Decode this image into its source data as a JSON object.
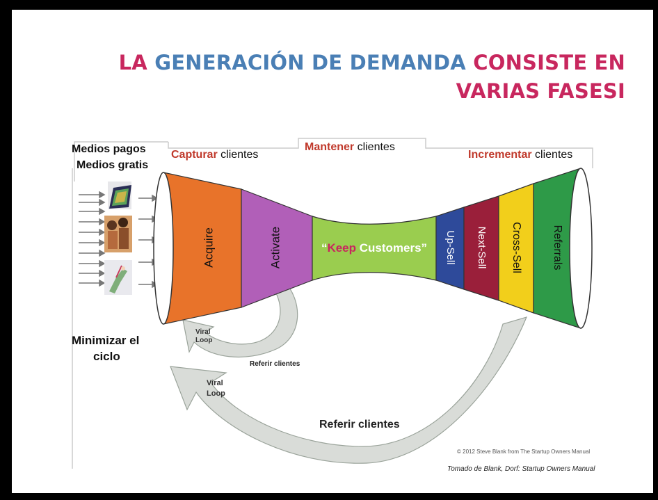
{
  "title": {
    "part1": "LA",
    "part2": "GENERACIÓN DE DEMANDA",
    "part3": "CONSISTE EN",
    "line2": "VARIAS FASESI"
  },
  "left": {
    "media_paid": "Medios pagos",
    "media_free": "Medios gratis",
    "minimize": "Minimizar el",
    "minimize2": "ciclo"
  },
  "sections": {
    "capture_hl": "Capturar",
    "capture_rest": " clientes",
    "keep_hl": "Mantener",
    "keep_rest": " clientes",
    "grow_hl": "Incrementar",
    "grow_rest": " clientes"
  },
  "funnel": {
    "acquire": "Acquire",
    "activate": "Activate",
    "keep_open": "“",
    "keep_word": "Keep",
    "keep_customers": " Customers”",
    "upsell": "Up-Sell",
    "nextsell": "Next-Sell",
    "crosssell": "Cross-Sell",
    "referrals": "Referrals"
  },
  "loops": {
    "viral1a": "Viral",
    "viral1b": "Loop",
    "refer_small": "Referir clientes",
    "viral2a": "Viral",
    "viral2b": "Loop",
    "refer_big": "Referir clientes"
  },
  "credits": {
    "copyright": "© 2012 Steve Blank from The Startup Owners Manual",
    "source": "Tomado de Blank, Dorf: Startup Owners Manual"
  },
  "colors": {
    "orange": "#e8732a",
    "purple": "#b15fb8",
    "green_light": "#9acd4f",
    "blue_dark": "#2e4a9a",
    "dark_red": "#9a1f3a",
    "yellow": "#f2cf1b",
    "green": "#2e9a48"
  }
}
